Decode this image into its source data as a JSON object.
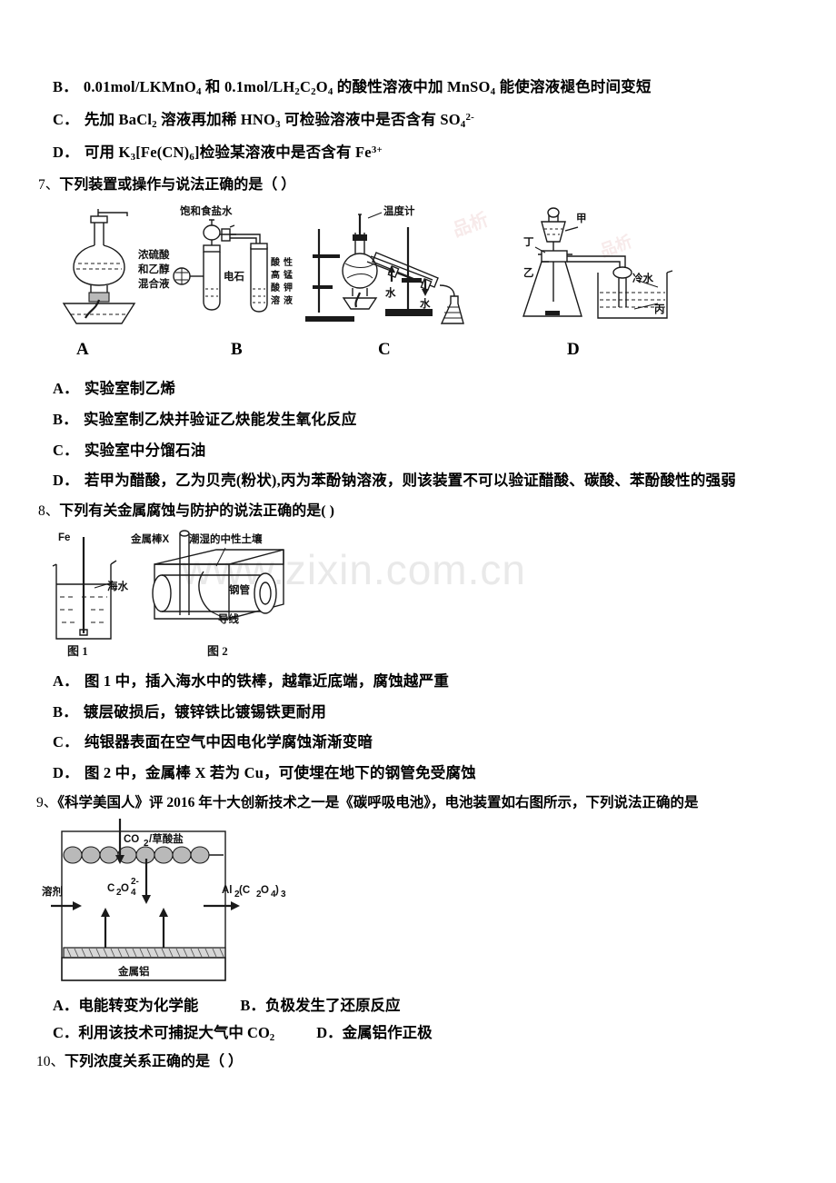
{
  "document": {
    "watermark_main": "www.zixin.com.cn",
    "watermark_faint": "品析"
  },
  "q6_options": [
    {
      "label": "B．",
      "text_html": "0.01mol/LKMnO<sub>4</sub> 和 0.1mol/LH<sub>2</sub>C<sub>2</sub>O<sub>4</sub> 的酸性溶液中加 MnSO<sub>4</sub> 能使溶液褪色时间变短"
    },
    {
      "label": "C．",
      "text_html": "先加 BaCl<sub>2</sub> 溶液再加稀 HNO<sub>3</sub> 可检验溶液中是否含有 SO<sub>4</sub><sup>2-</sup>"
    },
    {
      "label": "D．",
      "text_html": "可用 K<sub>3</sub>[Fe(CN)<sub>6</sub>]检验某溶液中是否含有 Fe<sup>3+</sup>"
    }
  ],
  "q7": {
    "number": "7、",
    "stem": "下列装置或操作与说法正确的是（     ）",
    "figure_captions": [
      "A",
      "B",
      "C",
      "D"
    ],
    "figure_labels": {
      "a_reagent": "浓硫酸\n和乙醇\n混合液",
      "a_line1": "浓硫酸",
      "a_line2": "和乙醇",
      "a_line3": "混合液",
      "b_top": "饱和食盐水",
      "b_carbide": "电石",
      "b_kmno4_col1": "酸性",
      "b_kmno4_col2": "高锰",
      "b_kmno4_col3": "酸钾",
      "b_kmno4_col4": "溶液",
      "c_thermometer": "温度计",
      "c_water_in": "水",
      "c_water_out": "水",
      "d_jia": "甲",
      "d_ding": "丁",
      "d_yi": "乙",
      "d_coldwater": "冷水",
      "d_bing": "丙"
    },
    "options": [
      {
        "label": "A．",
        "text_html": "实验室制乙烯"
      },
      {
        "label": "B．",
        "text_html": "实验室制乙炔并验证乙炔能发生氧化反应"
      },
      {
        "label": "C．",
        "text_html": "实验室中分馏石油"
      },
      {
        "label": "D．",
        "text_html": "若甲为醋酸，乙为贝壳(粉状),丙为苯酚钠溶液，则该装置不可以验证醋酸、碳酸、苯酚酸性的强弱"
      }
    ]
  },
  "q8": {
    "number": "8、",
    "stem": "下列有关金属腐蚀与防护的说法正确的是(       )",
    "figure_labels": {
      "fe": "Fe",
      "seawater": "海水",
      "fig1_caption": "图 1",
      "metal_rod_x": "金属棒X",
      "moist_soil": "潮湿的中性土壤",
      "steel_pipe": "钢管",
      "wire": "导线",
      "fig2_caption": "图 2"
    },
    "options": [
      {
        "label": "A．",
        "text_html": "图 1 中，插入海水中的铁棒，越靠近底端，腐蚀越严重"
      },
      {
        "label": "B．",
        "text_html": "镀层破损后，镀锌铁比镀锡铁更耐用"
      },
      {
        "label": "C．",
        "text_html": "纯银器表面在空气中因电化学腐蚀渐渐变暗"
      },
      {
        "label": "D．",
        "text_html": "图 2 中，金属棒 X 若为 Cu，可使埋在地下的钢管免受腐蚀"
      }
    ]
  },
  "q9": {
    "number": "9、",
    "stem": "《科学美国人》评 2016 年十大创新技术之一是《碳呼吸电池》，电池装置如右图所示，下列说法正确的是",
    "figure_labels": {
      "co2_oxalate": "CO<sub>2</sub>/草酸盐",
      "oxalate_ion": "C<sub>2</sub>O<sub>4</sub><sup>2-</sup>",
      "product": "Al<sub>2</sub>(C<sub>2</sub>O<sub>4</sub>)<sub>3</sub>",
      "solvent": "溶剂",
      "metal_al": "金属铝"
    },
    "options_row1": [
      {
        "label": "A．",
        "text_html": "电能转变为化学能"
      },
      {
        "label": "B．",
        "text_html": "负极发生了还原反应"
      }
    ],
    "options_row2": [
      {
        "label": "C．",
        "text_html": "利用该技术可捕捉大气中 CO<sub>2</sub>"
      },
      {
        "label": "D．",
        "text_html": "金属铝作正极"
      }
    ]
  },
  "q10": {
    "number": "10、",
    "stem": "下列浓度关系正确的是（     ）"
  }
}
